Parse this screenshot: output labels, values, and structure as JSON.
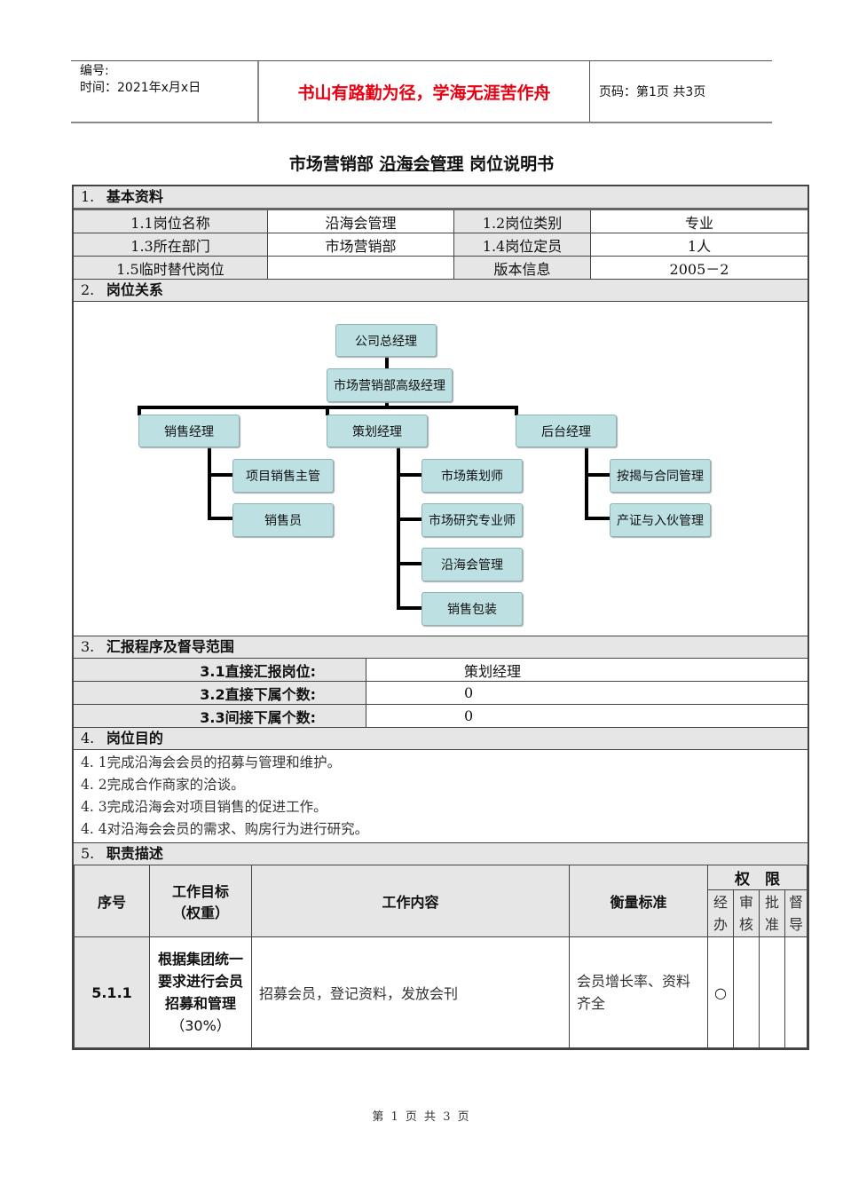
{
  "header": {
    "code_label": "编号:",
    "date_label": "时间：2021年x月x日",
    "motto": "书山有路勤为径，学海无涯苦作舟",
    "page_info": "页码：第1页  共3页",
    "motto_color": "#e60012"
  },
  "title": {
    "prefix": "市场营销部 ",
    "position": "沿海会管理",
    "suffix": " 岗位说明书"
  },
  "section1": {
    "num": "1.",
    "heading": "基本资料",
    "rows": [
      {
        "l1": "1.1岗位名称",
        "v1": "沿海会管理",
        "l2": "1.2岗位类别",
        "v2": "专业"
      },
      {
        "l1": "1.3所在部门",
        "v1": "市场营销部",
        "l2": "1.4岗位定员",
        "v2": "1人"
      },
      {
        "l1": "1.5临时替代岗位",
        "v1": "",
        "l2": "版本信息",
        "v2": "2005－2"
      }
    ]
  },
  "section2": {
    "num": "2.",
    "heading": "岗位关系",
    "org": {
      "ceo": "公司总经理",
      "senior": "市场营销部高级经理",
      "sales_mgr": "销售经理",
      "plan_mgr": "策划经理",
      "back_mgr": "后台经理",
      "sales_children": [
        "项目销售主管",
        "销售员"
      ],
      "plan_children": [
        "市场策划师",
        "市场研究专业师",
        "沿海会管理",
        "销售包装"
      ],
      "back_children": [
        "按揭与合同管理",
        "产证与入伙管理"
      ]
    }
  },
  "section3": {
    "num": "3.",
    "heading": "汇报程序及督导范围",
    "rows": [
      {
        "label": "3.1直接汇报岗位:",
        "value": "策划经理"
      },
      {
        "label": "3.2直接下属个数:",
        "value": "0"
      },
      {
        "label": "3.3间接下属个数:",
        "value": "0"
      }
    ]
  },
  "section4": {
    "num": "4.",
    "heading": "岗位目的",
    "items": [
      "4. 1完成沿海会会员的招募与管理和维护。",
      "4. 2完成合作商家的洽谈。",
      "4. 3完成沿海会对项目销售的促进工作。",
      "4. 4对沿海会会员的需求、购房行为进行研究。"
    ]
  },
  "section5": {
    "num": "5.",
    "heading": "职责描述",
    "columns": {
      "seq": "序号",
      "goal_line1": "工作目标",
      "goal_line2": "（权重）",
      "content": "工作内容",
      "measure": "衡量标准",
      "authority": "权　限",
      "auth_cols": [
        "经办",
        "审核",
        "批准",
        "督导"
      ]
    },
    "rows": [
      {
        "seq": "5.1.1",
        "goal": "根据集团统一要求进行会员招募和管理",
        "weight": "（30%）",
        "content": "招募会员，登记资料，发放会刊",
        "measure": "会员增长率、资料齐全",
        "marks": [
          "○",
          "",
          "",
          ""
        ]
      }
    ]
  },
  "footer": {
    "page": "第 1 页 共 3 页"
  }
}
